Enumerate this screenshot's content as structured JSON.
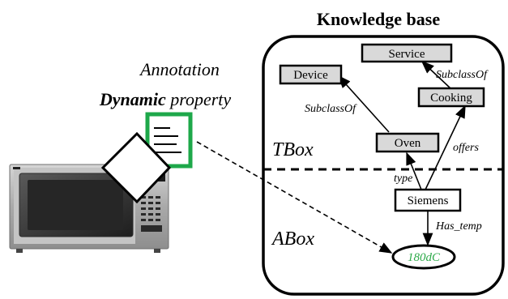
{
  "title": "Knowledge base",
  "annotation": {
    "line1": "Annotation",
    "line2_bold": "Dynamic",
    "line2_rest": " property"
  },
  "sections": {
    "tbox": "TBox",
    "abox": "ABox"
  },
  "nodes": {
    "service": "Service",
    "device": "Device",
    "cooking": "Cooking",
    "oven": "Oven",
    "siemens": "Siemens",
    "value": "180dC"
  },
  "edges": {
    "cooking_service": "SubclassOf",
    "oven_device": "SubclassOf",
    "oven_cooking": "offers",
    "siemens_oven": "type",
    "siemens_value": "Has_temp"
  },
  "colors": {
    "node_fill": "#d9d9d9",
    "annotation_frame": "#1ea84a",
    "value_text": "#2eaa4a",
    "microwave_body": "#b8b8b8",
    "microwave_window": "#3a3a3a"
  },
  "icons": {
    "appliance": "microwave-oven-image",
    "annotation": "document-icon",
    "marker": "diamond-shape"
  }
}
